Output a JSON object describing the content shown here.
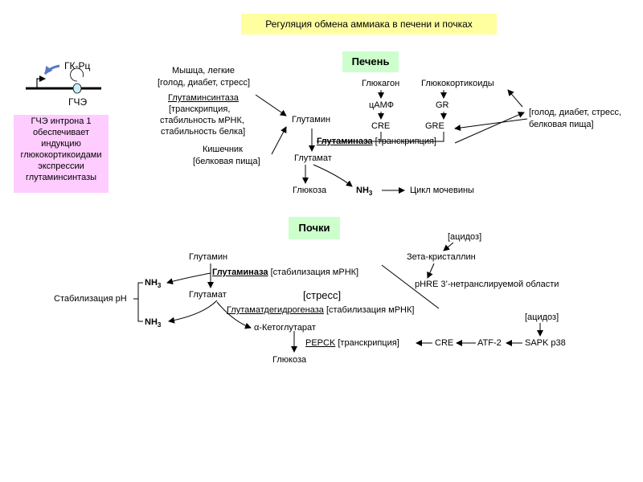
{
  "title": "Регуляция обмена аммиака в печени и почках",
  "gene": {
    "gkrts": "ГК-Рц",
    "gche": "ГЧЭ",
    "note": [
      "ГЧЭ интрона 1",
      "обеспечивает",
      "индукцию",
      "глюкокортикоидами",
      "экспрессии",
      "глутаминсинтазы"
    ]
  },
  "liver": {
    "header": "Печень",
    "muscle": "Мышца, легкие",
    "muscle_cond": "[голод, диабет, стресс]",
    "gs": "Глутаминсинтаза",
    "gs_notes": [
      "[транскрипция,",
      "стабильность мРНК,",
      "стабильность белка]"
    ],
    "intestine": "Кишечник",
    "intestine_cond": "[белковая пища]",
    "glutamine": "Глутамин",
    "glucagon": "Глюкагон",
    "gluco": "Глюкокортикоиды",
    "camp": "цАМФ",
    "gr": "GR",
    "cre": "CRE",
    "gre": "GRE",
    "cond_right": [
      "[голод, диабет, стресс,",
      "белковая пища]"
    ],
    "glutaminase": "Глутаминаза",
    "glutaminase_note": "[транскрипция]",
    "glutamate": "Глутамат",
    "glucose": "Глюкоза",
    "nh3": "NH",
    "nh3_sub": "3",
    "urea": "Цикл мочевины"
  },
  "kidney": {
    "header": "Почки",
    "acidosis1": "[ацидоз]",
    "zeta": "Зета-кристаллин",
    "glutamine": "Глутамин",
    "glutaminase": "Глутаминаза",
    "glutaminase_note": "[стабилизация мРНК]",
    "nh3": "NH",
    "nh3_sub": "3",
    "phre": "pHRE 3’-нетранслируемой области",
    "ph_stab": "Стабилизация pH",
    "glutamate": "Глутамат",
    "stress": "[стресс]",
    "gdh": "Глутаматдегидрогеназа",
    "gdh_note": "[стабилизация мРНК]",
    "akg": "α-Кетоглутарат",
    "acidosis2": "[ацидоз]",
    "pepck": "PEPCK",
    "pepck_note": "[транскрипция]",
    "cre": "CRE",
    "atf2": "ATF-2",
    "sapk": "SAPK p38",
    "glucose": "Глюкоза"
  }
}
